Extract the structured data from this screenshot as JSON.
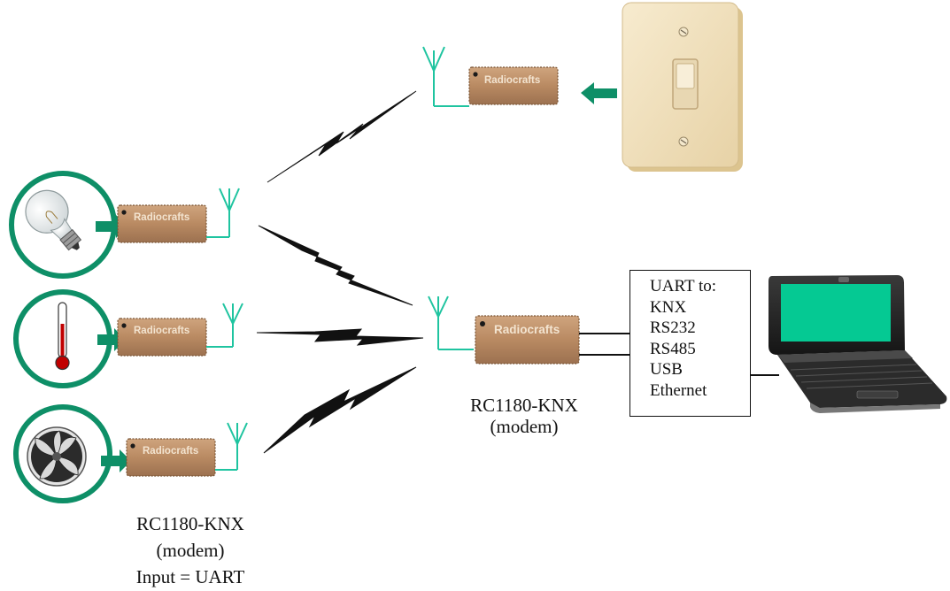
{
  "modules": {
    "brand": "Radiocrafts"
  },
  "central_modem": {
    "line1": "RC1180-KNX",
    "line2": "(modem)"
  },
  "device_modem": {
    "line1": "RC1180-KNX",
    "line2": "(modem)",
    "line3": "Input = UART"
  },
  "uart_box": {
    "title": "UART to:",
    "items": [
      "KNX",
      "RS232",
      "RS485",
      "USB",
      "Ethernet"
    ]
  },
  "devices": {
    "switch": "light-switch-icon",
    "bulb": "light-bulb-icon",
    "thermometer": "thermometer-icon",
    "fan": "fan-icon",
    "laptop": "laptop-icon"
  },
  "colors": {
    "accent_green": "#0e8f67",
    "antenna_teal": "#1fc4a0",
    "module_body": "#b98a62",
    "laptop_screen": "#05c993"
  }
}
